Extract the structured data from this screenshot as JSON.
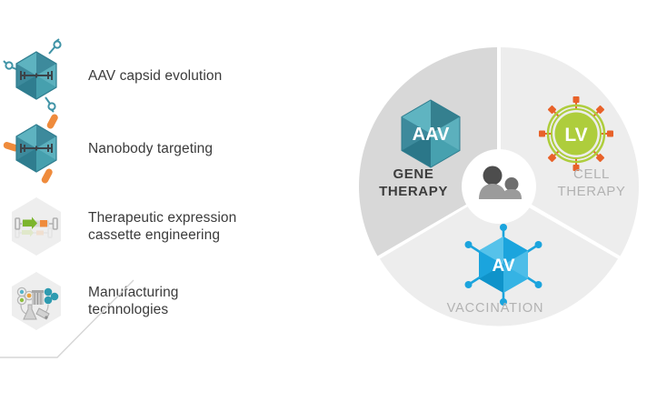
{
  "diagram": {
    "title": "Gene therapy, cell therapy and vaccination platform overview",
    "colors": {
      "gene_sector": "#d8d8d8",
      "other_sector": "#ededed",
      "hub_bg": "#ffffff",
      "aav_teal": "#3f93a6",
      "lv_green": "#aecd3c",
      "lv_spike": "#e8622a",
      "av_blue": "#1ba4dd",
      "text_dark": "#3b3b3b",
      "text_muted": "#b2b2b2",
      "connector_line": "#d5d5d5"
    }
  },
  "left_list": {
    "items": [
      {
        "label": "AAV capsid evolution",
        "icon": "aav-capsid-icon"
      },
      {
        "label": "Nanobody targeting",
        "icon": "nanobody-capsid-icon"
      },
      {
        "label": "Therapeutic expression\ncassette engineering",
        "line1": "Therapeutic expression",
        "line2": "cassette engineering",
        "icon": "expression-cassette-icon"
      },
      {
        "label": "Manufacturing\ntechnologies",
        "line1": "Manufacturing",
        "line2": "technologies",
        "icon": "manufacturing-icon"
      }
    ]
  },
  "wheel": {
    "hub_icon": "people-icon",
    "sectors": [
      {
        "id": "gene-therapy",
        "line1": "GENE",
        "line2": "THERAPY",
        "badge": "AAV",
        "badge_icon": "aav-icosahedron-icon",
        "active": true
      },
      {
        "id": "cell-therapy",
        "line1": "CELL",
        "line2": "THERAPY",
        "badge": "LV",
        "badge_icon": "lentivirus-icon",
        "active": false
      },
      {
        "id": "vaccination",
        "line1": "VACCINATION",
        "line2": "",
        "badge": "AV",
        "badge_icon": "adenovirus-icon",
        "active": false
      }
    ]
  }
}
